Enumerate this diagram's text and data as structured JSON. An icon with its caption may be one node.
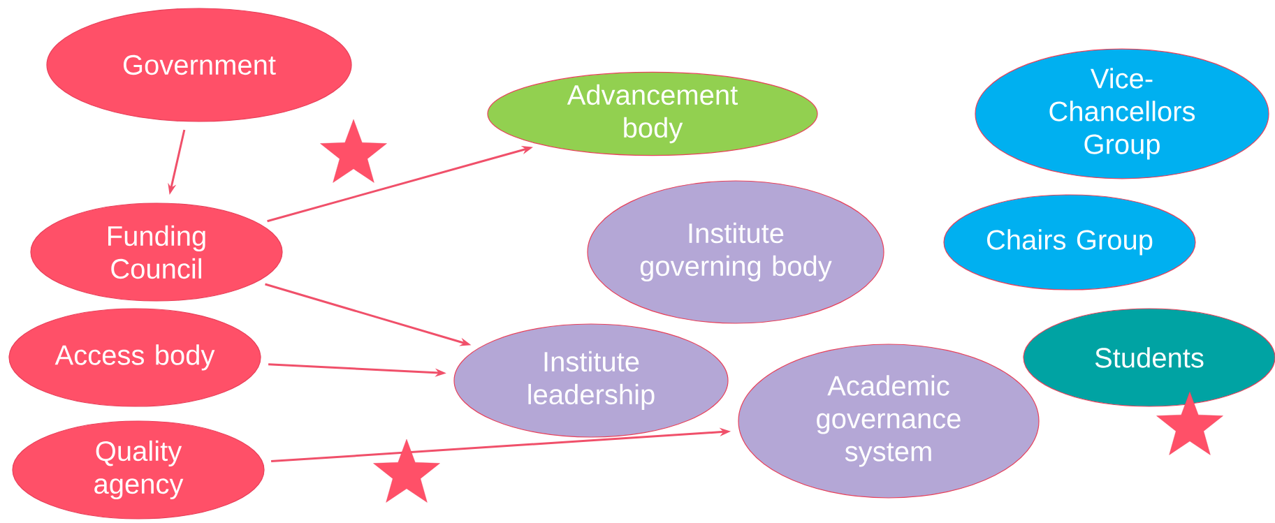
{
  "diagram": {
    "nodes": [
      {
        "text": [
          "Government"
        ]
      },
      {
        "text": [
          "Advancement body"
        ]
      },
      {
        "text": [
          "Vice-Chancellors Group"
        ]
      },
      {
        "text": [
          "Funding Council"
        ]
      },
      {
        "text": [
          "Institute governing body"
        ]
      },
      {
        "text": [
          "Chairs Group"
        ]
      },
      {
        "text": [
          "Access body"
        ]
      },
      {
        "text": [
          "Institute leadership"
        ]
      },
      {
        "text": [
          "Students"
        ]
      },
      {
        "text": [
          "Academic governance system"
        ]
      },
      {
        "text": [
          "Quality agency"
        ]
      }
    ],
    "edges": [
      {
        "from": 0,
        "to": 3,
        "arrow": "to"
      },
      {
        "from": 3,
        "to": 1,
        "arrow": "to"
      },
      {
        "from": 3,
        "to": 7,
        "arrow": "to"
      },
      {
        "from": 6,
        "to": 7,
        "arrow": "to"
      },
      {
        "from": 10,
        "to": 9,
        "arrow": "to"
      }
    ]
  }
}
